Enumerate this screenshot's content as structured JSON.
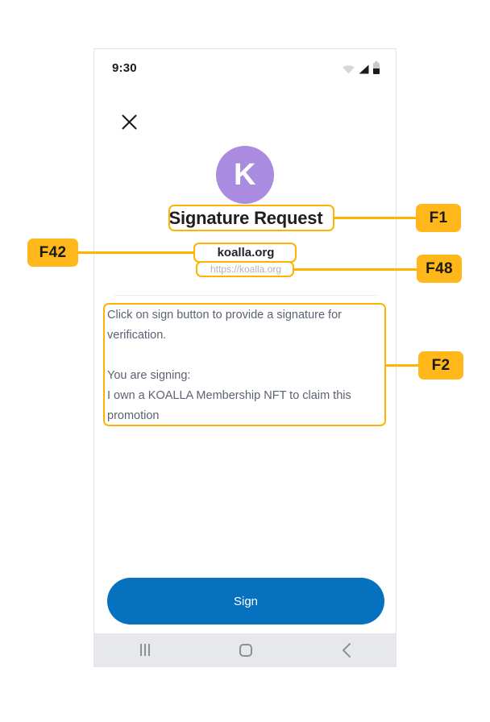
{
  "status_bar": {
    "time": "9:30",
    "icons": [
      "wifi-icon",
      "signal-icon",
      "battery-icon"
    ]
  },
  "header": {
    "close_icon": "close-icon",
    "logo_letter": "K",
    "logo_color": "#a98ce0",
    "title": "Signature Request"
  },
  "site": {
    "name": "koalla.org",
    "url": "https://koalla.org"
  },
  "message": {
    "line1": "Click on sign button to provide a signature for verification.",
    "line2": "You are signing:",
    "line3": "I own a KOALLA Membership NFT to claim this promotion"
  },
  "actions": {
    "sign_label": "Sign",
    "sign_color": "#0571bf"
  },
  "nav_bar": {
    "recents_label": "recents-icon",
    "home_label": "home-icon",
    "back_label": "back-icon"
  },
  "annotations": {
    "accent_color": "#ffb300",
    "badges": [
      {
        "id": "F1",
        "target": "title"
      },
      {
        "id": "F42",
        "target": "site-name"
      },
      {
        "id": "F48",
        "target": "site-url"
      },
      {
        "id": "F2",
        "target": "message-body"
      }
    ]
  }
}
